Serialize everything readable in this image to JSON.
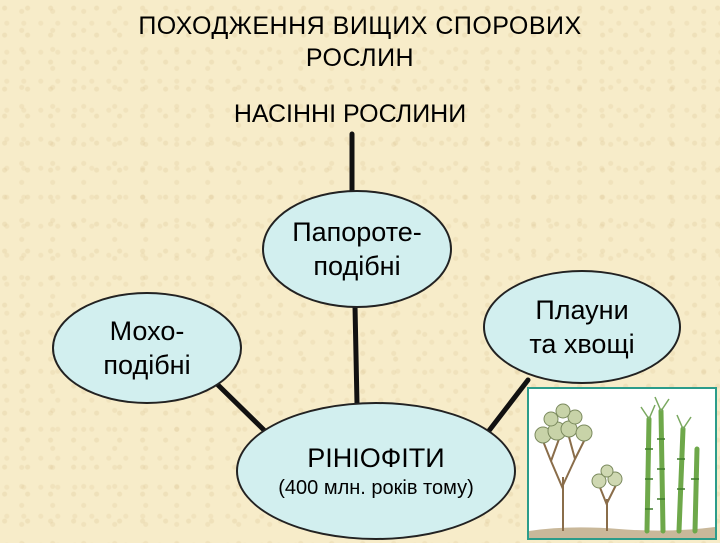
{
  "title_line1": "ПОХОДЖЕННЯ ВИЩИХ  СПОРОВИХ",
  "title_line2": "РОСЛИН",
  "top_label": "НАСІННІ  РОСЛИНИ",
  "nodes": {
    "fern": {
      "line1": "Папороте-",
      "line2": "подібні"
    },
    "moss": {
      "line1": "Мохо-",
      "line2": "подібні"
    },
    "lycophytes": {
      "line1": "Плауни",
      "line2": "та хвощі"
    },
    "rhyniophytes": {
      "line1": "РІНІОФІТИ",
      "line2": "(400 млн. років тому)"
    }
  },
  "colors": {
    "node_fill": "#d2efef",
    "background": "#f7ecc9",
    "lines": "#111111",
    "frame": "#2b9c8a"
  }
}
